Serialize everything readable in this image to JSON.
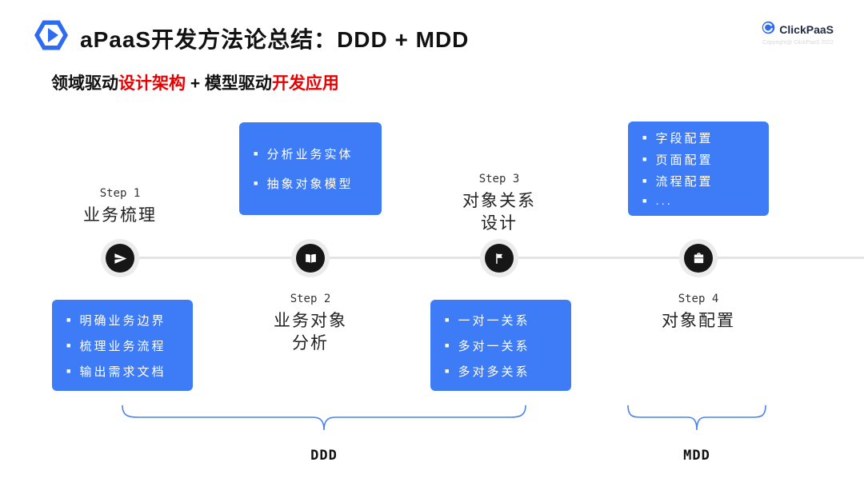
{
  "ui": {
    "bullet": "■"
  },
  "header": {
    "title": "aPaaS开发方法论总结：DDD + MDD",
    "logo": {
      "name": "ClickPaaS",
      "copyright": "Copyright@ ClickPaaS 2022"
    }
  },
  "subtitle": {
    "segments": [
      {
        "text": "领域驱动"
      },
      {
        "text": "设计架构"
      },
      {
        "text": " + 模型驱动"
      },
      {
        "text": "开发应用"
      }
    ]
  },
  "steps": [
    {
      "label": "Step 1",
      "title": "业务梳理",
      "icon": "paper-plane-icon",
      "bullets": [
        "明确业务边界",
        "梳理业务流程",
        "输出需求文档"
      ]
    },
    {
      "label": "Step 2",
      "title": "业务对象",
      "title_line2": "分析",
      "icon": "book-icon",
      "bullets": [
        "分析业务实体",
        "抽象对象模型"
      ]
    },
    {
      "label": "Step 3",
      "title": "对象关系",
      "title_line2": "设计",
      "icon": "flag-icon",
      "bullets": [
        "一对一关系",
        "多对一关系",
        "多对多关系"
      ]
    },
    {
      "label": "Step 4",
      "title": "对象配置",
      "icon": "briefcase-icon",
      "bullets": [
        "字段配置",
        "页面配置",
        "流程配置",
        "..."
      ]
    }
  ],
  "groups": [
    {
      "label": "DDD"
    },
    {
      "label": "MDD"
    }
  ],
  "colors": {
    "box_blue": "#3e7bf7",
    "highlight_red": "#e80000",
    "circle_dark": "#161616",
    "timeline_gray": "#e4e4e4"
  }
}
